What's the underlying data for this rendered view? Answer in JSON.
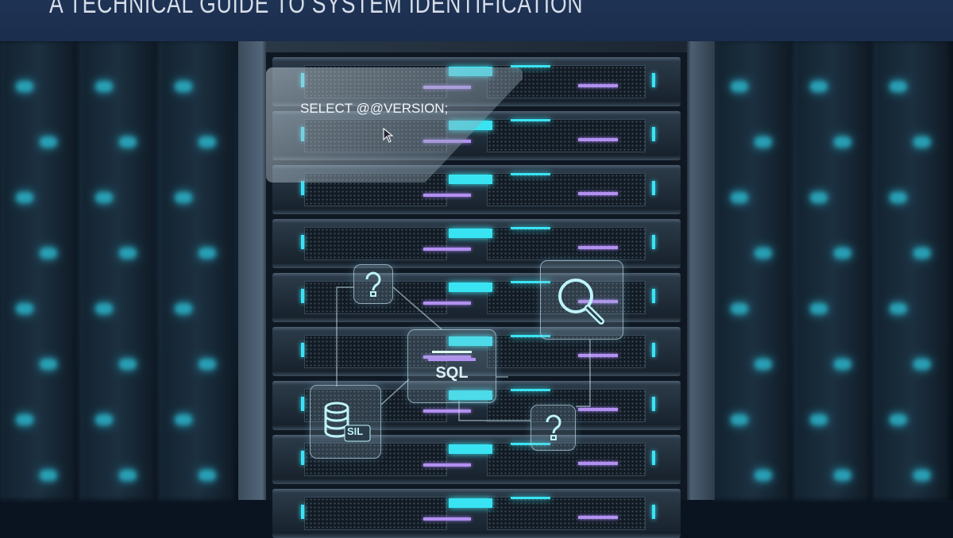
{
  "header": {
    "title": "A TECHNICAL GUIDE TO SYSTEM IDENTIFICATION"
  },
  "query_panel": {
    "text": "SELECT @@VERSION;"
  },
  "icons": {
    "sql_label": "SQL",
    "db_label": "SIL"
  },
  "colors": {
    "header": "#1e3152",
    "cyan": "#39e4f2",
    "purple": "#b390f0"
  }
}
